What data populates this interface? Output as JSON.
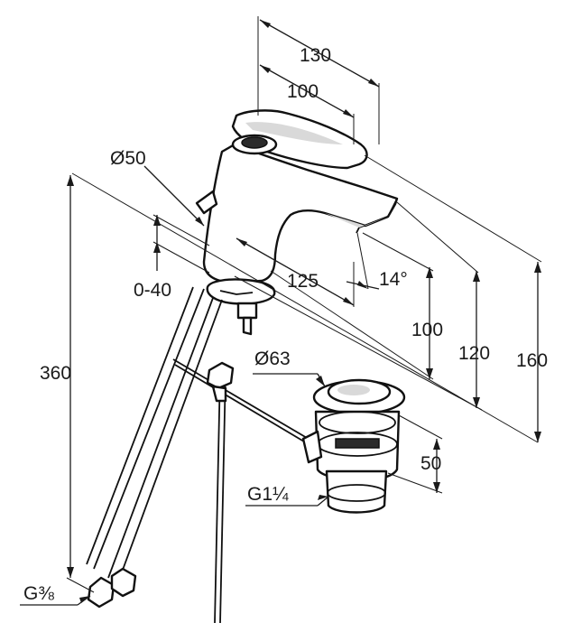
{
  "dimensions": {
    "d130": "130",
    "d100_top": "100",
    "d_dia50": "Ø50",
    "d125": "125",
    "d14": "14°",
    "d_0_40": "0-40",
    "d100_side": "100",
    "d120": "120",
    "d160": "160",
    "d360": "360",
    "d_dia63": "Ø63",
    "d50": "50",
    "g114": "G1¼",
    "g38": "G⅜"
  }
}
